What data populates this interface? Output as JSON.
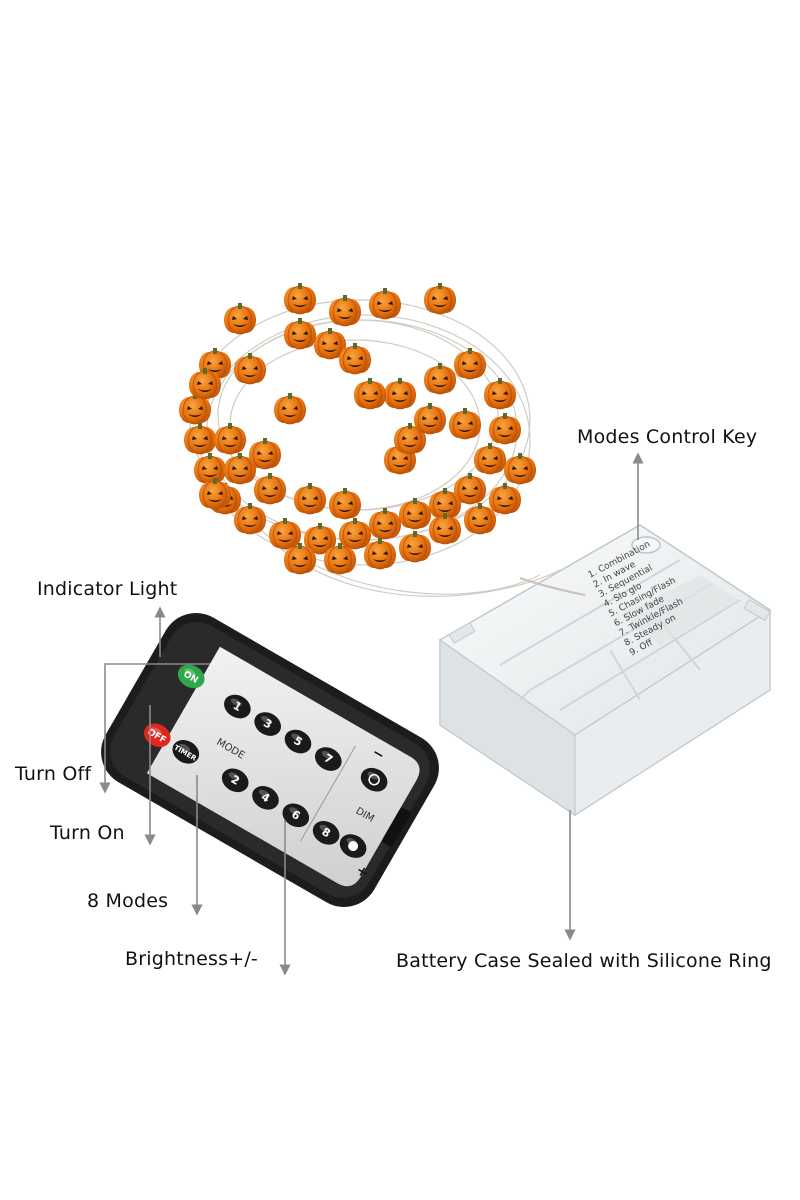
{
  "callouts": {
    "modes_control_key": "Modes Control Key",
    "indicator_light": "Indicator Light",
    "turn_off": "Turn Off",
    "turn_on": "Turn On",
    "eight_modes": "8 Modes",
    "brightness": "Brightness+/-",
    "battery_case": "Battery Case Sealed with Silicone Ring"
  },
  "remote": {
    "on": "ON",
    "off": "OFF",
    "timer": "TIMER",
    "mode": "MODE",
    "dim": "DIM",
    "plus": "+",
    "minus": "−",
    "numbers": [
      "1",
      "2",
      "3",
      "4",
      "5",
      "6",
      "7",
      "8"
    ]
  },
  "battery_modes": [
    "1. Combination",
    "2. In wave",
    "3. Sequential",
    "4. Slo glo",
    "5. Chasing/Flash",
    "6. Slow fade",
    "7. Twinkle/Flash",
    "8. Steady on",
    "9. Off"
  ],
  "colors": {
    "pumpkin": "#e8730e",
    "pumpkin_dark": "#b84e05",
    "remote_body": "#1c1c1c",
    "remote_panel": "#e4e4e4",
    "on_key": "#2ea84a",
    "off_key": "#e0261f",
    "case": "#eef1f2",
    "pointer": "#8a8a8a"
  }
}
